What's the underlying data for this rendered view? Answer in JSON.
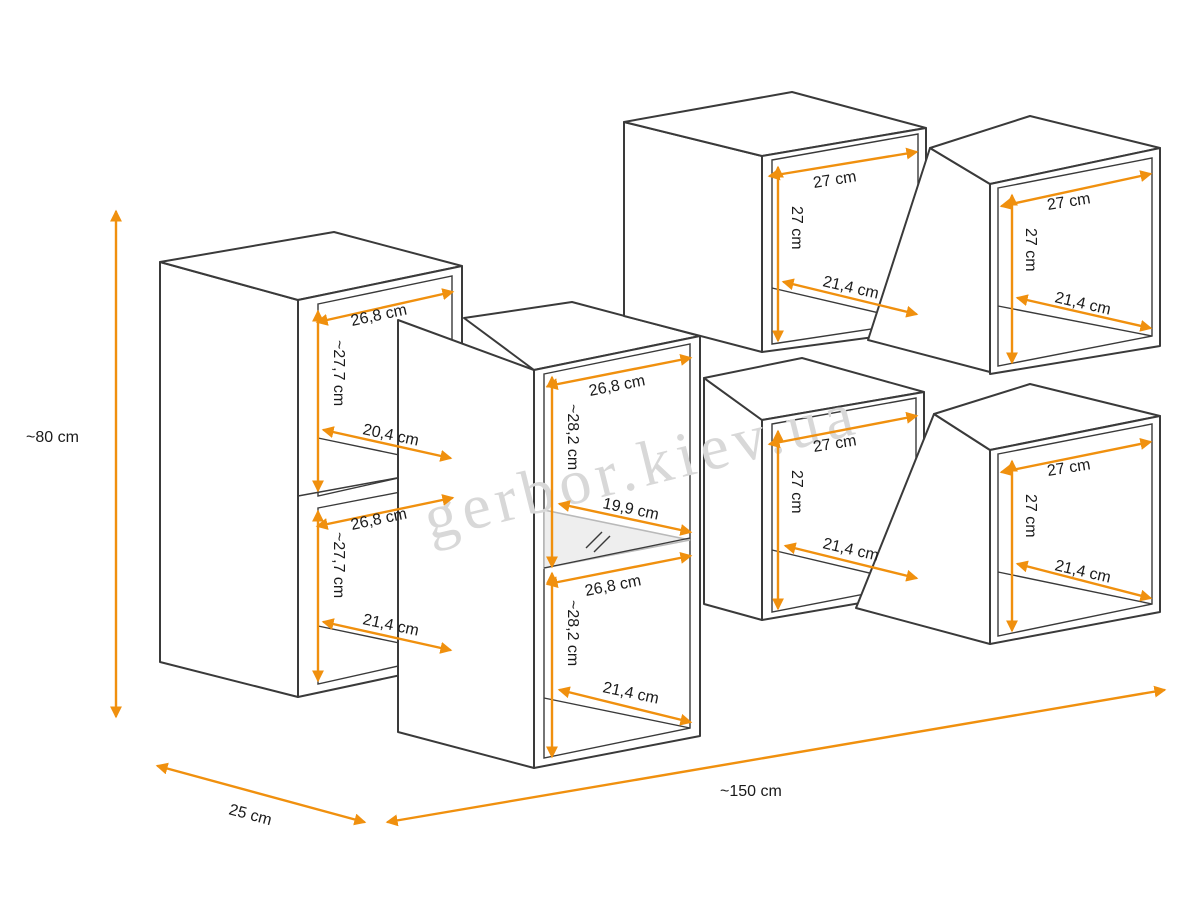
{
  "colors": {
    "dimension": "#f0900e",
    "line": "#3a3a3a",
    "glass": "#b9b9b9",
    "watermark": "#d8d8d8"
  },
  "watermark": "gerbor.kiev.ua",
  "overall": {
    "height": "~80 cm",
    "depth": "25 cm",
    "width": "~150 cm"
  },
  "tall_left": {
    "upper": {
      "width": "26,8 cm",
      "height": "~27,7 cm",
      "depth": "20,4 cm"
    },
    "lower": {
      "width": "26,8 cm",
      "height": "~27,7 cm",
      "depth": "21,4 cm"
    }
  },
  "tall_center": {
    "upper": {
      "width": "26,8 cm",
      "height": "~28,2 cm",
      "depth": "19,9 cm"
    },
    "lower": {
      "width": "26,8 cm",
      "height": "~28,2 cm",
      "depth": "21,4 cm"
    }
  },
  "cubes": [
    {
      "name": "top-left",
      "width": "27 cm",
      "height": "27 cm",
      "depth": "21,4 cm"
    },
    {
      "name": "top-right",
      "width": "27 cm",
      "height": "27 cm",
      "depth": "21,4 cm"
    },
    {
      "name": "bottom-left",
      "width": "27 cm",
      "height": "27 cm",
      "depth": "21,4 cm"
    },
    {
      "name": "bottom-right",
      "width": "27 cm",
      "height": "27 cm",
      "depth": "21,4 cm"
    }
  ]
}
